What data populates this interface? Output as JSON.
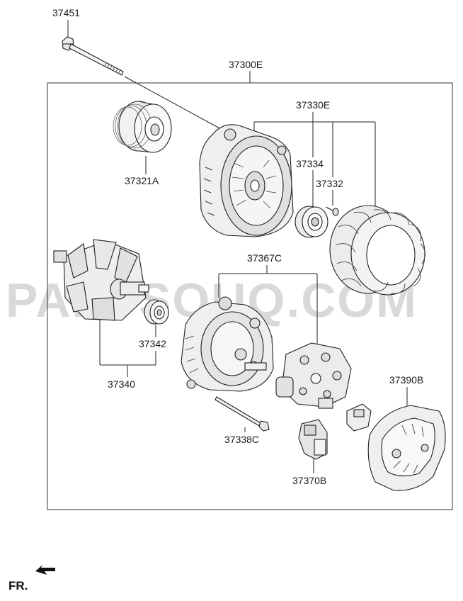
{
  "watermark": "PARTSOUQ.COM",
  "direction_label": "FR.",
  "parts": [
    {
      "id": "p37451",
      "number": "37451"
    },
    {
      "id": "p37300E",
      "number": "37300E"
    },
    {
      "id": "p37330E",
      "number": "37330E"
    },
    {
      "id": "p37321A",
      "number": "37321A"
    },
    {
      "id": "p37334",
      "number": "37334"
    },
    {
      "id": "p37332",
      "number": "37332"
    },
    {
      "id": "p37367C",
      "number": "37367C"
    },
    {
      "id": "p37342",
      "number": "37342"
    },
    {
      "id": "p37340",
      "number": "37340"
    },
    {
      "id": "p37390B",
      "number": "37390B"
    },
    {
      "id": "p37338C",
      "number": "37338C"
    },
    {
      "id": "p37370B",
      "number": "37370B"
    }
  ]
}
